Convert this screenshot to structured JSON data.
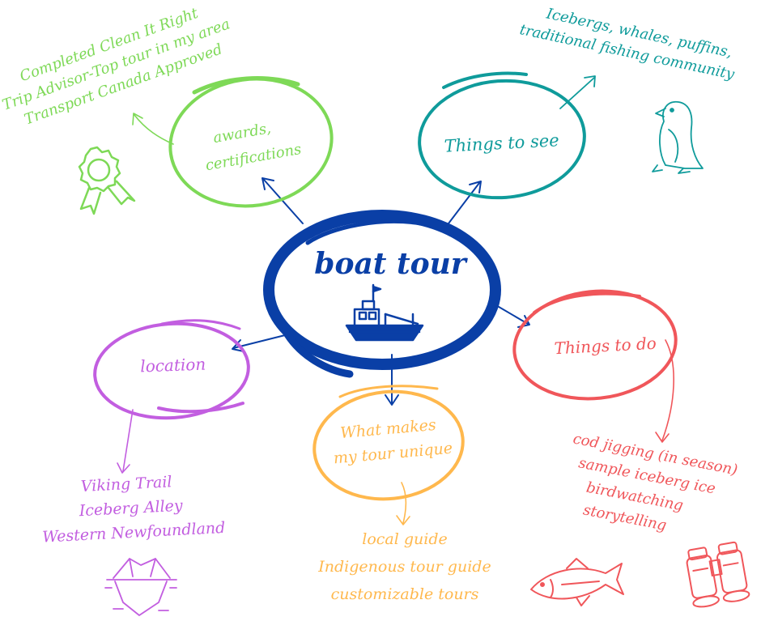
{
  "colors": {
    "center": "#0a3fa6",
    "awards": "#7ed957",
    "see": "#0f9b9b",
    "do": "#f0565a",
    "unique": "#ffb84d",
    "location": "#c25ee0"
  },
  "center": {
    "label": "boat tour",
    "icon": "boat-icon"
  },
  "nodes": {
    "awards": {
      "label_lines": [
        "awards,",
        "certifications"
      ],
      "details": [
        "Completed Clean It Right",
        "Trip Advisor-Top tour in my area",
        "Transport Canada Approved"
      ],
      "icon": "award-ribbon-icon"
    },
    "see": {
      "label": "Things to see",
      "details": [
        "Icebergs, whales, puffins,",
        "traditional fishing community"
      ],
      "icon": "puffin-icon"
    },
    "do": {
      "label": "Things to do",
      "details": [
        "cod jigging (in season)",
        "sample iceberg ice",
        "birdwatching",
        "storytelling"
      ],
      "icons": [
        "fish-icon",
        "binoculars-icon"
      ]
    },
    "unique": {
      "label_lines": [
        "What makes",
        "my tour unique"
      ],
      "details": [
        "local guide",
        "Indigenous tour guide",
        "customizable tours"
      ]
    },
    "location": {
      "label": "location",
      "details": [
        "Viking Trail",
        "Iceberg Alley",
        "Western Newfoundland"
      ],
      "icon": "iceberg-icon"
    }
  }
}
